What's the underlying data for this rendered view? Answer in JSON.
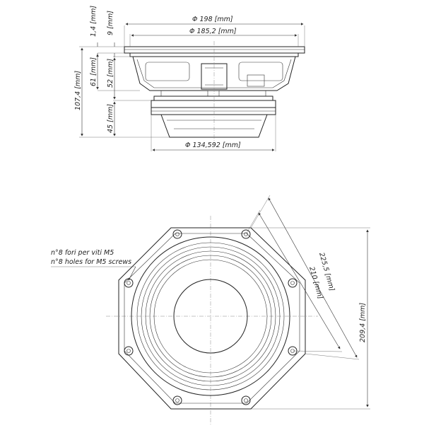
{
  "side_view": {
    "dim_diameter_outer": "Φ 198 [mm]",
    "dim_diameter_baffle": "Φ 185,2 [mm]",
    "dim_diameter_magnet": "Φ 134,592 [mm]",
    "dim_flange_thickness": "1,4 [mm]",
    "dim_flange_height": "9 [mm]",
    "dim_upper_depth": "61 [mm]",
    "dim_basket_depth": "52 [mm]",
    "dim_total_depth": "107,4 [mm]",
    "dim_magnet_depth": "45 [mm]"
  },
  "front_view": {
    "note_line_it": "n°8 fori per viti M5",
    "note_line_en": "n°8 holes for M5 screws",
    "dim_across_corners": "225,5 [mm]",
    "dim_hole_spacing": "210 [mm]",
    "dim_height": "209,4 [mm]"
  }
}
